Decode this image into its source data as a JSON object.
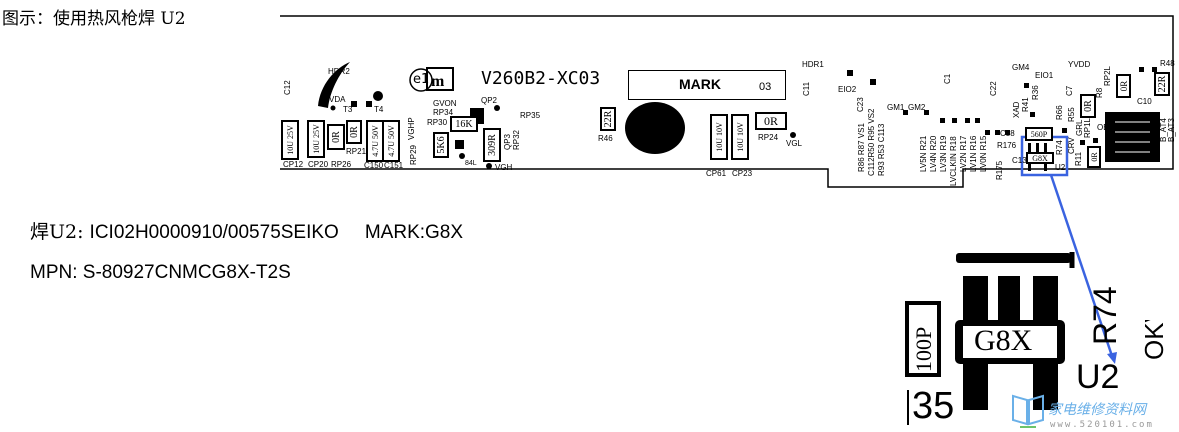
{
  "heading": "图示：使用热风枪焊 U2",
  "info": {
    "part_prefix": "焊U2: ",
    "part_number": "ICI02H0000910/00575SEIKO",
    "mark": "MARK:G8X",
    "mpn": "MPN: S-80927CNMCG8X-T2S"
  },
  "pcb": {
    "model": "V260B2-XC03",
    "mark_label": "MARK",
    "mark_rev": "03",
    "logo_e1": "e1",
    "labels": {
      "c12": "C12",
      "hdr2": "HDR2",
      "vda": "VDA",
      "t3": "T3",
      "t4": "T4",
      "cp12": "CP12",
      "cp20": "CP20",
      "rp26": "RP26",
      "rp21": "RP21",
      "c150": "C150",
      "c151": "C151",
      "gvon": "GVON",
      "rp34": "RP34",
      "rp30": "RP30",
      "qp2": "QP2",
      "rp35": "RP35",
      "vghp": "VGHP",
      "rp29": "RP29",
      "qp3": "QP3",
      "rp32": "RP32",
      "vgh": "VGH",
      "r84l": "84L",
      "r46": "R46",
      "rp24": "RP24",
      "vgl": "VGL",
      "cp61": "CP61",
      "cp23": "CP23",
      "hdr1": "HDR1",
      "c11": "C11",
      "eio2": "EIO2",
      "c23": "C23",
      "c1": "C1",
      "gm1": "GM1",
      "gm2": "GM2",
      "c22": "C22",
      "gm4": "GM4",
      "eio1": "EIO1",
      "yvdd": "YVDD",
      "r48": "R48",
      "c10": "C10",
      "xad": "XAD",
      "r41": "R41",
      "r36": "R36",
      "c7": "C7",
      "r55": "R55",
      "r66": "R66",
      "r8": "R8",
      "rp2l": "RP2L",
      "c38": "C38",
      "r176": "R176",
      "r74": "R74",
      "u2": "U2",
      "crv": "CRV",
      "grl": "GRL",
      "rp1l": "RP1L",
      "oe": "OE",
      "r11": "R11",
      "c13": "C13",
      "r175": "R175",
      "b_at4": "B_AT4",
      "b_at3": "B_AT3",
      "col1": "R86 R87 VS1",
      "col2": "C112R50 R95 VS2",
      "col3": "R93 R53 C113",
      "col4": "LV5N R21",
      "col5": "LV4N R20",
      "col6": "LV3N R19",
      "col7": "LVCLKIN R18",
      "col8": "LV2N R17",
      "col9": "LV1N R16",
      "col10": "LV0N R15"
    },
    "parts": {
      "cp12_val": "10U 25V",
      "cp20_val": "10U 25V",
      "rp26_val": "0R",
      "rp21_val": "0R",
      "c150_val": "4.7U 50V",
      "c151_val": "4.7U 50V",
      "rp30_val": "16K",
      "rp29_val": "5K6",
      "rp32_val": "309R",
      "r46_val": "22R",
      "rp24_val": "0R",
      "cp61_val": "10U 10V",
      "cp23_val": "10U 10V",
      "c38_val": "560P",
      "r55_val": "0R",
      "r48_val": "22R",
      "r8_val": "0R",
      "r11_val": "0R",
      "u2_mark": "G8X"
    }
  },
  "inset": {
    "u2_mark": "G8X",
    "cap": "100P",
    "num": "35",
    "ref": "R74",
    "part": "U2",
    "right_partial": "OKV"
  },
  "watermark": {
    "name": "家电维修资料网",
    "url": "www.520101.com"
  },
  "colors": {
    "highlight": "#3a63e0",
    "watermark": "#3a9be0"
  }
}
